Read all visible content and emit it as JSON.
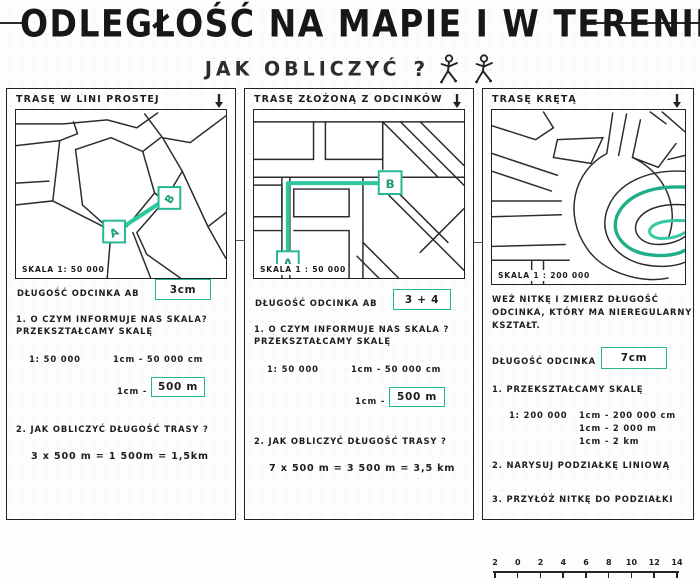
{
  "header": {
    "title": "ODLEGŁOŚĆ NA MAPIE I W TERENIE",
    "subtitle": "JAK OBLICZYĆ",
    "question_mark": "?",
    "figure_left": "walking-person-figure",
    "figure_right": "walking-person-figure"
  },
  "accent_color": "#24b793",
  "ink_color": "#1d1d21",
  "columns": [
    {
      "heading": "TRASĘ W LINI PROSTEJ",
      "arrow": "down-arrow",
      "map": {
        "type": "straight-line-route",
        "markers": [
          "A",
          "B"
        ],
        "scale_label": "SKALA 1: 50 000"
      },
      "segment_label": "DŁUGOŚĆ ODCINKA AB",
      "segment_value": "3cm",
      "step1": "1. O CZYM INFORMUJE NAS SKALA?\n     PRZEKSZTAŁCAMY SKALĘ",
      "scale_ratio": "1: 50 000",
      "scale_cm": "1cm - 50 000 cm",
      "scale_m_label": "1cm -",
      "scale_m_value": "500 m",
      "step2": "2. JAK OBLICZYĆ DŁUGOŚĆ TRASY ?",
      "calculation": "3 x  500 m  =  1 500m = 1,5km"
    },
    {
      "heading": "TRASĘ ZŁOŻONĄ Z ODCINKÓW",
      "arrow": "down-arrow",
      "map": {
        "type": "two-segment-route",
        "markers": [
          "A",
          "B"
        ],
        "scale_label": "SKALA 1 : 50 000"
      },
      "segment_label": "DŁUGOŚĆ ODCINKA AB",
      "segment_value": "3 + 4",
      "step1": "1. O CZYM INFORMUJE NAS SKALA ?\n     PRZEKSZTAŁCAMY SKALĘ",
      "scale_ratio": "1: 50 000",
      "scale_cm": "1cm - 50 000 cm",
      "scale_m_label": "1cm -",
      "scale_m_value": "500 m",
      "step2": "2. JAK OBLICZYĆ DŁUGOŚĆ TRASY ?",
      "calculation": "7 x 500 m = 3 500 m  =  3,5 km"
    },
    {
      "heading": "TRASĘ KRĘTĄ",
      "arrow": "down-arrow",
      "map": {
        "type": "winding-route",
        "markers": [],
        "scale_label": "SKALA 1 : 200 000"
      },
      "intro": "WEŹ NITKĘ I ZMIERZ DŁUGOŚĆ\nODCINKA, KTÓRY MA NIEREGULARNY\nKSZTAŁT.",
      "segment_label": "DŁUGOŚĆ ODCINKA",
      "segment_value": "7cm",
      "step1": "1. PRZEKSZTAŁCAMY SKALĘ",
      "scale_ratio": "1: 200 000",
      "scale_lines": "1cm - 200 000 cm\n1cm -  2 000   m\n1cm -   2 km",
      "step2": "2. NARYSUJ PODZIAŁKĘ LINIOWĄ",
      "ruler_ticks": [
        "2",
        "0",
        "2",
        "4",
        "6",
        "8",
        "10",
        "12",
        "14"
      ],
      "step3": "3. PRZYŁÓŻ NITKĘ DO PODZIAŁKI"
    }
  ]
}
